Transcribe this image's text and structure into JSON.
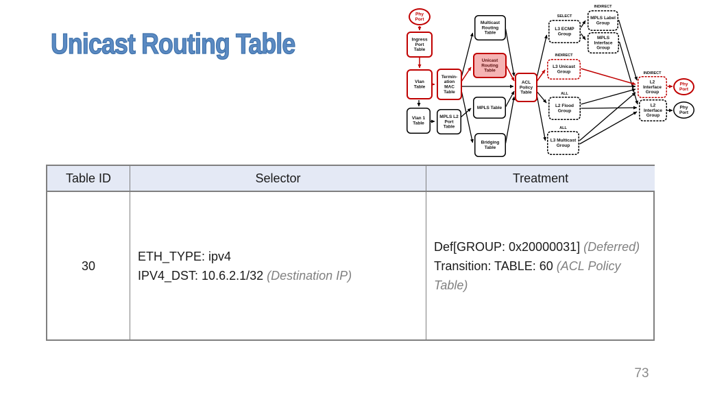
{
  "slide": {
    "title": "Unicast Routing Table",
    "page_number": "73"
  },
  "colors": {
    "title_blue": "#5b8ac2",
    "accent_red": "#c00000",
    "unicast_fill_pink": "#f5b4b4",
    "header_fill": "#e4e9f5",
    "note_gray": "#808080"
  },
  "table": {
    "headers": [
      "Table ID",
      "Selector",
      "Treatment"
    ],
    "row": {
      "table_id": "30",
      "selector_line1": "ETH_TYPE: ipv4",
      "selector_line2": "IPV4_DST: 10.6.2.1/32",
      "selector_line2_note": "(Destination IP)",
      "treatment_line1": "Def[GROUP: 0x20000031]",
      "treatment_line1_note": "(Deferred)",
      "treatment_line2": "Transition: TABLE: 60",
      "treatment_line2_note": "(ACL Policy Table)"
    }
  },
  "diagram": {
    "nodes": {
      "phy_port_in": {
        "label": "Phy Port"
      },
      "ingress_port": {
        "label": "Ingress Port Table"
      },
      "vlan": {
        "label": "Vlan Table"
      },
      "vlan1": {
        "label": "Vlan 1 Table"
      },
      "term_mac": {
        "label": "Termin- ation MAC Table"
      },
      "multicast_routing": {
        "label": "Multicast Routing Table"
      },
      "unicast_routing": {
        "label": "Unicast Routing Table"
      },
      "mpls": {
        "label": "MPLS Table"
      },
      "mpls_l2_port": {
        "label": "MPLS L2 Port Table"
      },
      "bridging": {
        "label": "Bridging Table"
      },
      "acl_policy": {
        "label": "ACL Policy Table"
      },
      "l3_ecmp": {
        "label": "L3 ECMP Group",
        "tag": "SELECT"
      },
      "mpls_label": {
        "label": "MPLS Label Group",
        "tag": "INDIRECT"
      },
      "mpls_interface": {
        "label": "MPLS Interface Group"
      },
      "l3_unicast": {
        "label": "L3 Unicast Group",
        "tag": "INDIRECT"
      },
      "l2_flood": {
        "label": "L2 Flood Group",
        "tag": "ALL"
      },
      "l3_multicast": {
        "label": "L3 Multicast Group",
        "tag": "ALL"
      },
      "l2_interface_a": {
        "label": "L2 Interface Group",
        "tag": "INDIRECT"
      },
      "l2_interface_b": {
        "label": "L2 Interface Group"
      },
      "phy_port_out_a": {
        "label": "Phy Port"
      },
      "phy_port_out_b": {
        "label": "Phy Port"
      }
    }
  }
}
